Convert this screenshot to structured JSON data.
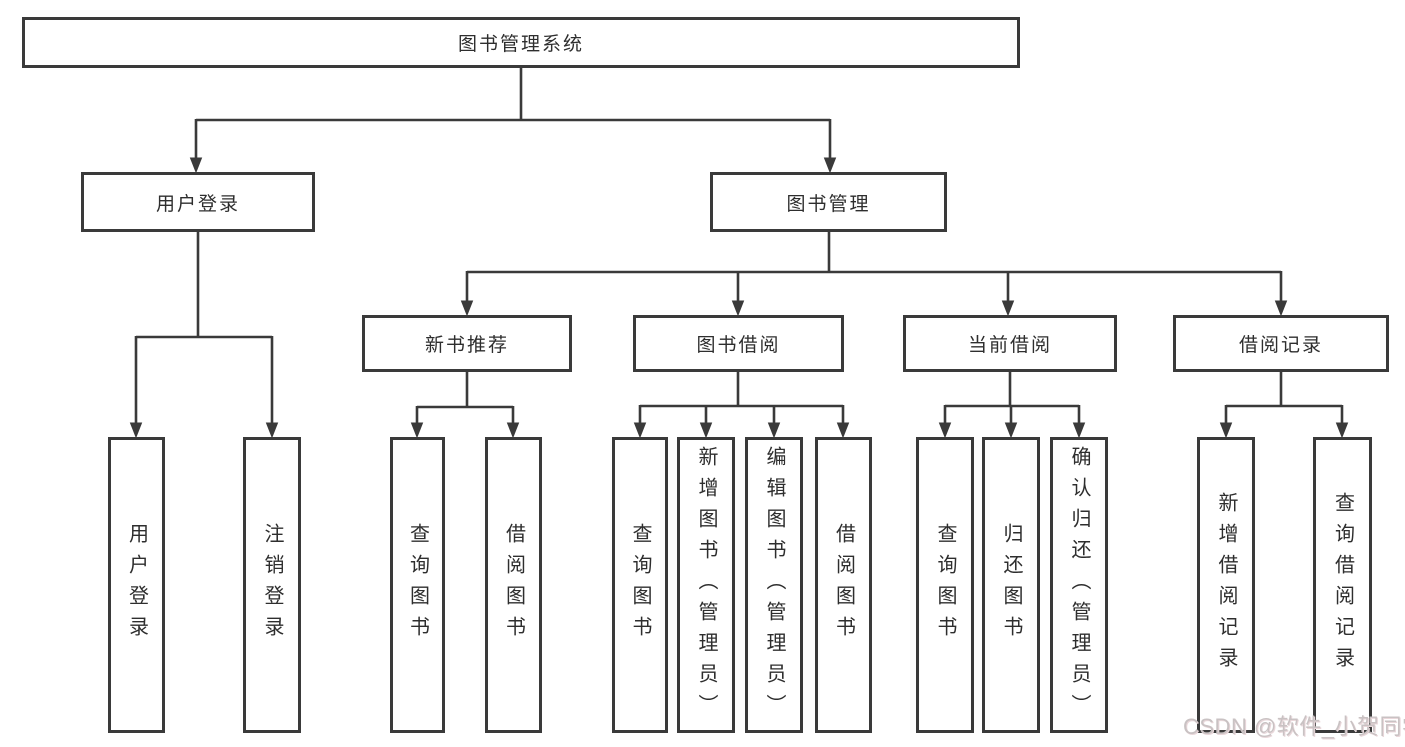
{
  "title": "图书管理系统",
  "branches": {
    "user_login": {
      "label": "用户登录",
      "leaves": [
        "用户登录",
        "注销登录"
      ]
    },
    "book_mgmt": {
      "label": "图书管理",
      "groups": {
        "new_book": {
          "label": "新书推荐",
          "leaves": [
            "查询图书",
            "借阅图书"
          ]
        },
        "borrow": {
          "label": "图书借阅",
          "leaves": [
            "查询图书",
            "新增图书（管理员）",
            "编辑图书（管理员）",
            "借阅图书"
          ]
        },
        "current": {
          "label": "当前借阅",
          "leaves": [
            "查询图书",
            "归还图书",
            "确认归还（管理员）"
          ]
        },
        "records": {
          "label": "借阅记录",
          "leaves": [
            "新增借阅记录",
            "查询借阅记录"
          ]
        }
      }
    }
  },
  "colors": {
    "line": "#3a3a3a",
    "background": "#ffffff",
    "watermark": "#c9c2c3"
  },
  "watermark": "CSDN @软件_小贺同学"
}
